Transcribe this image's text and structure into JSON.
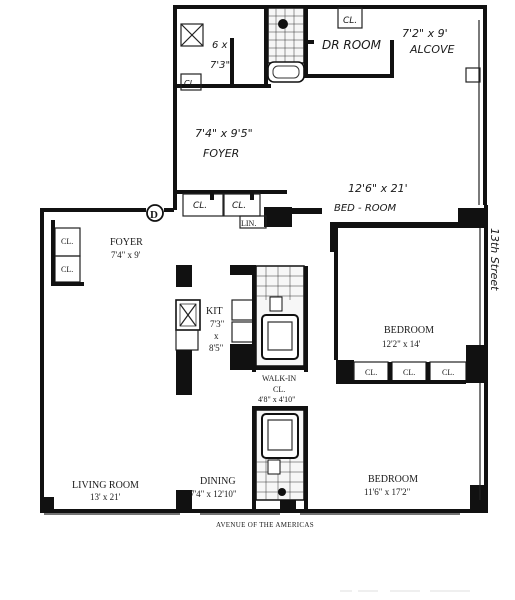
{
  "labels": {
    "dr_room": "DR ROOM",
    "alcove_dims": "7'2\" x 9'",
    "alcove": "ALCOVE",
    "kitchenette_dims_1": "6 x",
    "kitchenette_dims_2": "7'3\"",
    "foyer_upper_dims": "7'4\" x 9'5\"",
    "foyer_upper": "FOYER",
    "upper_bedroom_dims": "12'6\" x 21'",
    "upper_bedroom": "BED - ROOM",
    "door_marker": "D",
    "closet": "CL.",
    "linen": "LIN.",
    "foyer": "FOYER",
    "foyer_dims": "7'4\" x 9'",
    "kit": "KIT",
    "kit_dims_1": "7'3\"",
    "kit_dims_x": "x",
    "kit_dims_2": "8'5\"",
    "bedroom_1": "BEDROOM",
    "bedroom_1_dims": "12'2\" x 14'",
    "walk_in": "WALK-IN",
    "walk_in_cl": "CL.",
    "walk_in_dims": "4'8\" x 4'10\"",
    "living_room": "LIVING ROOM",
    "living_room_dims": "13' x 21'",
    "dining": "DINING",
    "dining_dims": "7'4\" x 12'10\"",
    "bedroom_2": "BEDROOM",
    "bedroom_2_dims": "11'6\" x 17'2\"",
    "avenue": "AVENUE OF THE AMERICAS",
    "street": "13th Street"
  }
}
